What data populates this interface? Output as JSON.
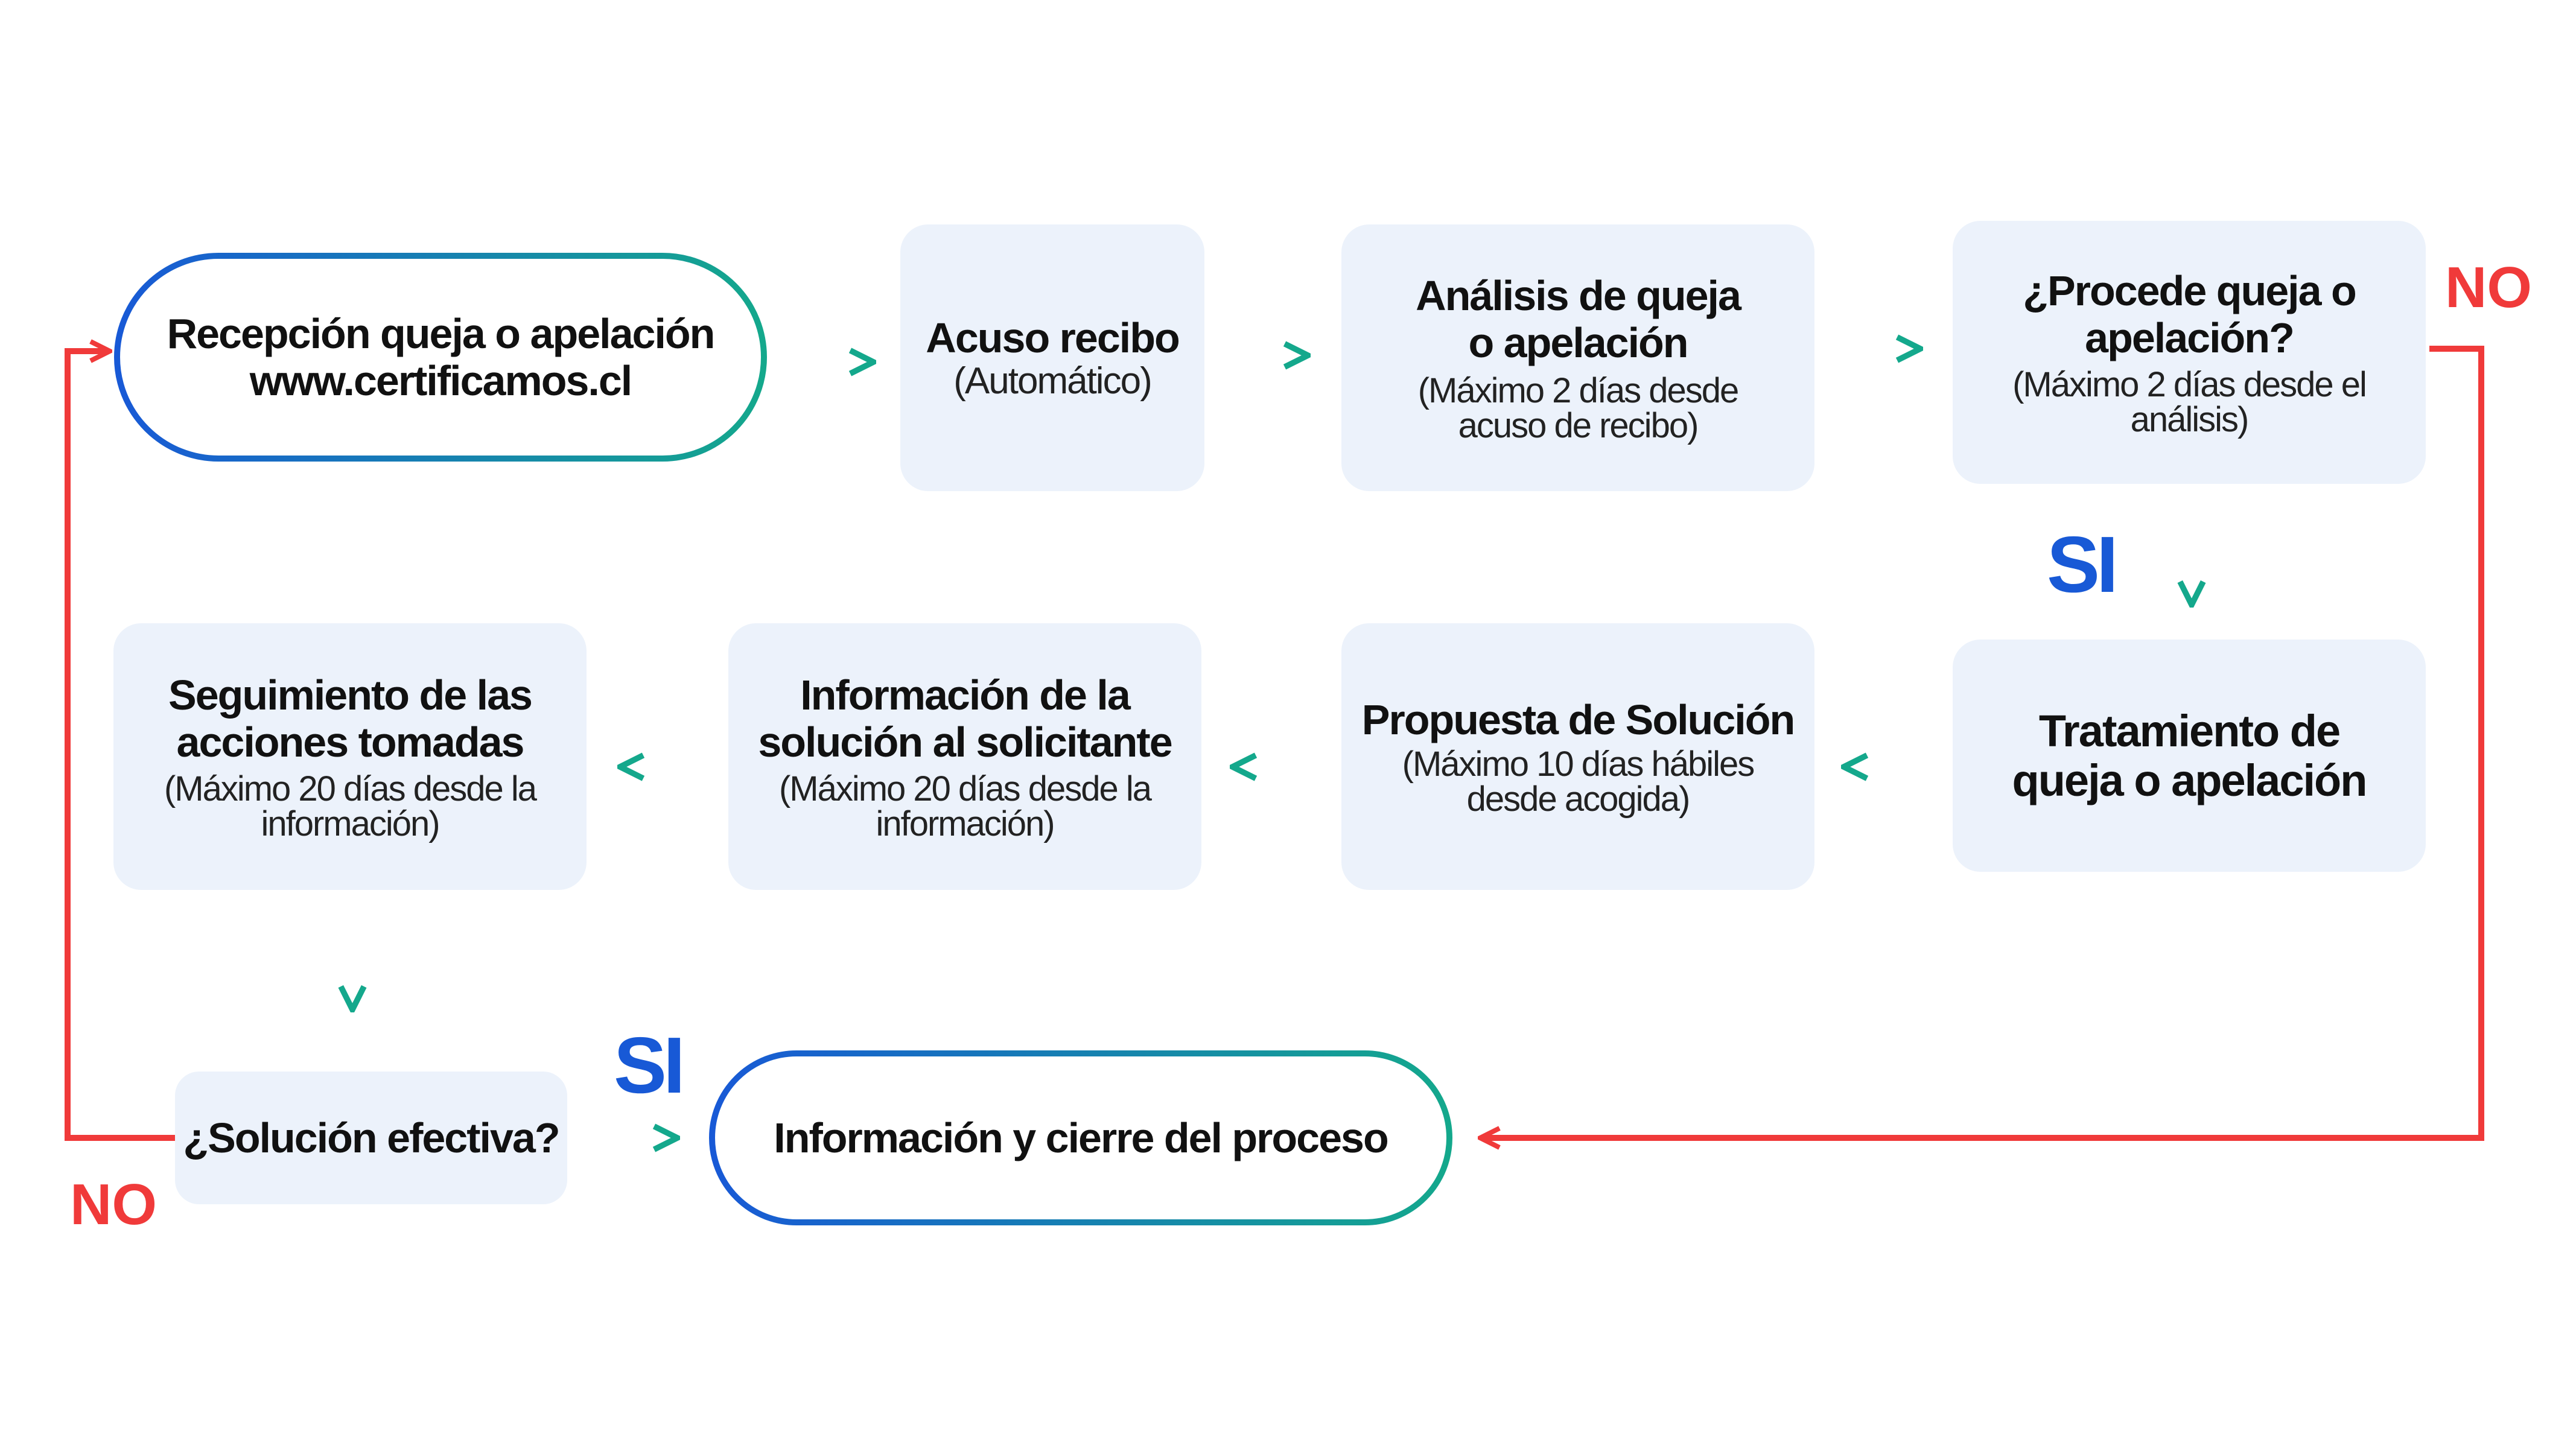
{
  "colors": {
    "box_fill": "#ecf2fb",
    "gradient_start": "#1859d6",
    "gradient_end": "#14a88c",
    "no_red": "#f03a3a"
  },
  "nodes": {
    "reception": {
      "title_1": "Recepción queja o apelación",
      "title_2": "www.certificamos.cl"
    },
    "ack": {
      "title": "Acuso recibo",
      "sub": "(Automático)"
    },
    "analysis": {
      "title_1": "Análisis de queja",
      "title_2": "o apelación",
      "sub_1": "(Máximo 2 días desde",
      "sub_2": "acuso de recibo)"
    },
    "proceeds": {
      "title_1": "¿Procede queja o",
      "title_2": "apelación?",
      "sub_1": "(Máximo 2 días desde el",
      "sub_2": "análisis)"
    },
    "treatment": {
      "title_1": "Tratamiento de",
      "title_2": "queja o apelación"
    },
    "proposal": {
      "title": "Propuesta de Solución",
      "sub_1": "(Máximo 10 días hábiles",
      "sub_2": "desde acogida)"
    },
    "info": {
      "title_1": "Información de la",
      "title_2": "solución al solicitante",
      "sub_1": "(Máximo 20 días desde la",
      "sub_2": "información)"
    },
    "followup": {
      "title_1": "Seguimiento de las",
      "title_2": "acciones tomadas",
      "sub_1": "(Máximo 20 días desde la",
      "sub_2": "información)"
    },
    "effective": {
      "title": "¿Solución efectiva?"
    },
    "closure": {
      "title": "Información y cierre del proceso"
    }
  },
  "labels": {
    "no_top": "NO",
    "si_mid": "SI",
    "si_bottom": "SI",
    "no_bottom": "NO"
  }
}
